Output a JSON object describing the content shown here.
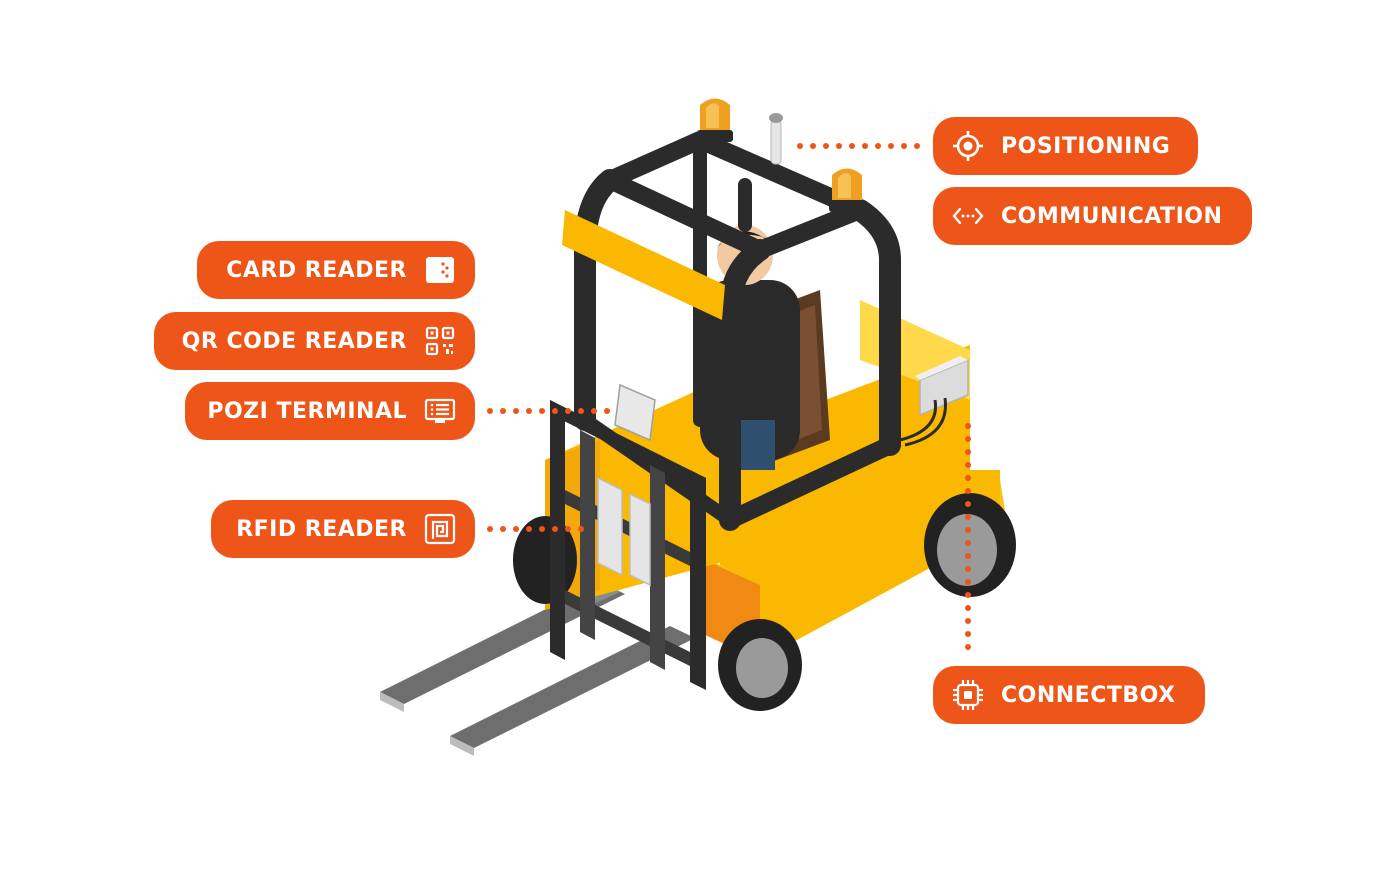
{
  "labels": {
    "card_reader": "CARD READER",
    "qr_code_reader": "QR CODE READER",
    "pozi_terminal": "POZI TERMINAL",
    "rfid_reader": "RFID READER",
    "positioning": "POSITIONING",
    "communication": "COMMUNICATION",
    "connectbox": "CONNECTBOX"
  },
  "icons": {
    "card_reader": "card-reader-icon",
    "qr_code_reader": "qr-code-icon",
    "pozi_terminal": "terminal-list-icon",
    "rfid_reader": "rfid-spiral-icon",
    "positioning": "target-crosshair-icon",
    "communication": "code-brackets-dots-icon",
    "connectbox": "chip-icon"
  },
  "colors": {
    "accent": "#ee5518",
    "forklift_yellow": "#fbb800",
    "forklift_dark": "#2b2b2b",
    "fork_gray": "#6b6b6b"
  }
}
